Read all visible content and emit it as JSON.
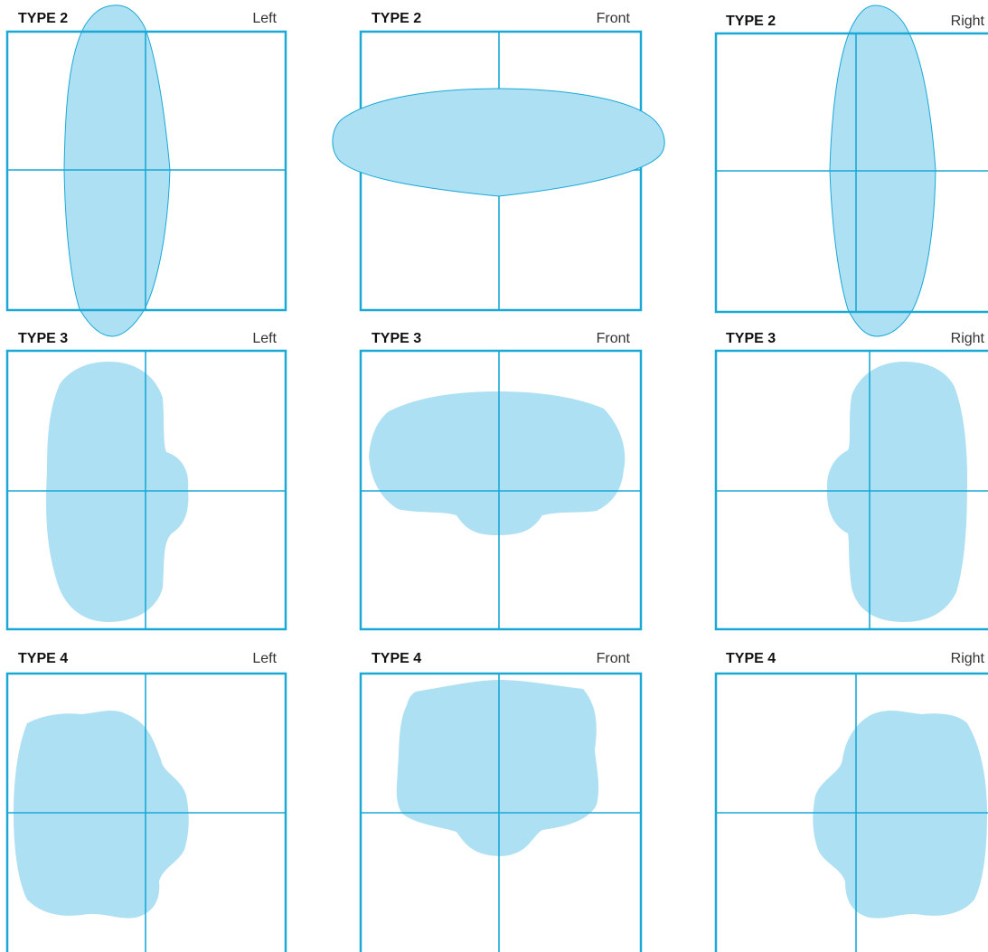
{
  "colors": {
    "frame": "#1aa8d6",
    "fill": "#aee0f3",
    "fill_stroke": "#1aa8d6"
  },
  "panels": [
    {
      "type_label": "TYPE 2",
      "view_label": "Left",
      "shape": "type2-left"
    },
    {
      "type_label": "TYPE 2",
      "view_label": "Front",
      "shape": "type2-front"
    },
    {
      "type_label": "TYPE 2",
      "view_label": "Right",
      "shape": "type2-right"
    },
    {
      "type_label": "TYPE 3",
      "view_label": "Left",
      "shape": "type3-left"
    },
    {
      "type_label": "TYPE 3",
      "view_label": "Front",
      "shape": "type3-front"
    },
    {
      "type_label": "TYPE 3",
      "view_label": "Right",
      "shape": "type3-right"
    },
    {
      "type_label": "TYPE 4",
      "view_label": "Left",
      "shape": "type4-left"
    },
    {
      "type_label": "TYPE 4",
      "view_label": "Front",
      "shape": "type4-front"
    },
    {
      "type_label": "TYPE 4",
      "view_label": "Right",
      "shape": "type4-right"
    }
  ]
}
